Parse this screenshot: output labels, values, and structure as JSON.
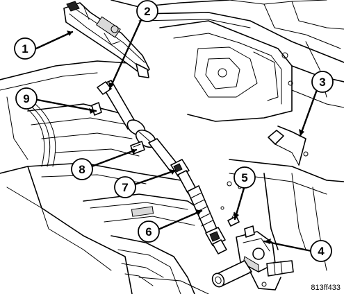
{
  "figure_id": "813ff433",
  "callouts": [
    {
      "label": "1"
    },
    {
      "label": "2"
    },
    {
      "label": "3"
    },
    {
      "label": "4"
    },
    {
      "label": "5"
    },
    {
      "label": "6"
    },
    {
      "label": "7"
    },
    {
      "label": "8"
    },
    {
      "label": "9"
    }
  ],
  "colors": {
    "ink": "#000000",
    "paper": "#ffffff"
  }
}
